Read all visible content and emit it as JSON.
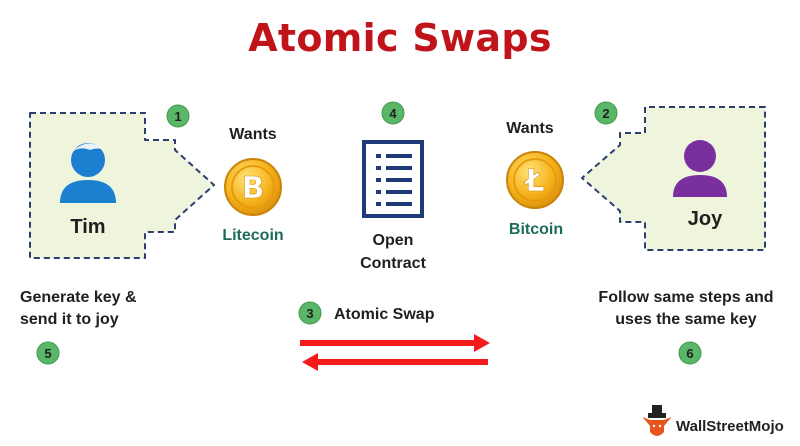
{
  "title": "Atomic Swaps",
  "tim": {
    "name": "Tim",
    "wants": "Wants",
    "coin": "Litecoin",
    "coin_symbol": "B",
    "caption_line1": "Generate key &",
    "caption_line2": "send it to joy"
  },
  "joy": {
    "name": "Joy",
    "wants": "Wants",
    "coin": "Bitcoin",
    "coin_symbol": "Ł",
    "caption_line1": "Follow same steps and",
    "caption_line2": "uses the same key"
  },
  "contract": {
    "line1": "Open",
    "line2": "Contract"
  },
  "swap_label": "Atomic Swap",
  "steps": [
    "1",
    "2",
    "3",
    "4",
    "5",
    "6"
  ],
  "brand": "WallStreetMojo",
  "colors": {
    "title": "#c0141a",
    "panel_fill": "#eef5dc",
    "panel_border": "#2b3f6e",
    "tim_person": "#1c7fd0",
    "joy_person": "#7a2f9e",
    "coin_gold": "#f5b21b",
    "step_badge": "#5bb768",
    "arrow": "#f41b1b",
    "contract": "#1e3a78",
    "coin_label": "#1d6b5a"
  },
  "icons": [
    "person-icon",
    "bitcoin-coin-icon",
    "litecoin-coin-icon",
    "document-icon",
    "bull-logo-icon"
  ]
}
